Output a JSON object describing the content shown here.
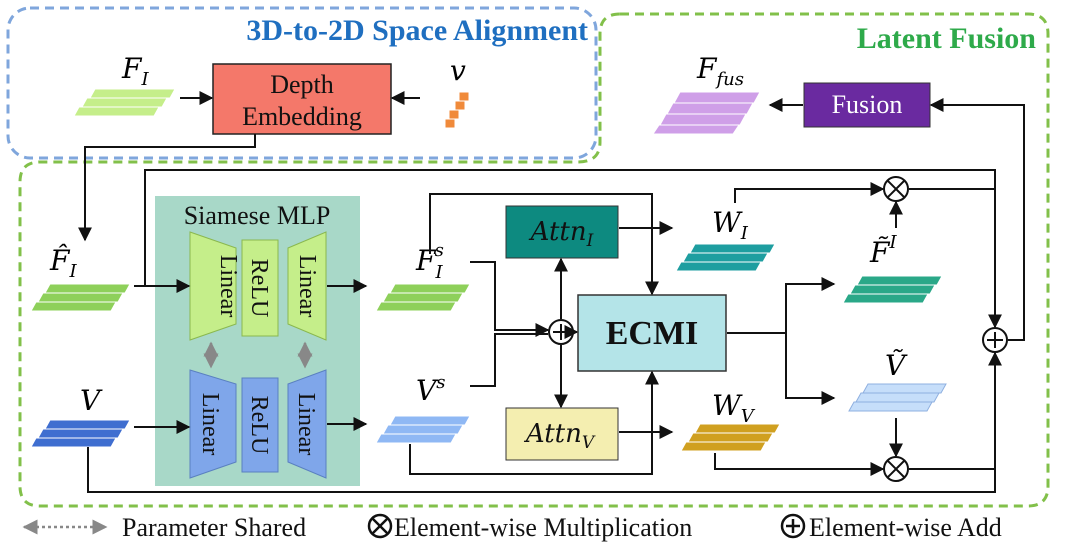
{
  "sections": {
    "alignment_title": "3D-to-2D Space Alignment",
    "fusion_title": "Latent Fusion"
  },
  "blocks": {
    "depth_embedding": [
      "Depth",
      "Embedding"
    ],
    "fusion": "Fusion",
    "siamese_mlp": "Siamese MLP",
    "linear": "Linear",
    "relu": "ReLU",
    "attn_i": {
      "base": "Attn",
      "sub": "I"
    },
    "attn_v": {
      "base": "Attn",
      "sub": "V"
    },
    "ecmi": "ECMI"
  },
  "symbols": {
    "f_i": {
      "base": "F",
      "sub": "I"
    },
    "v_small": "v",
    "f_fus": {
      "base": "F",
      "sub": "fus"
    },
    "f_i_hat": {
      "base": "F̂",
      "sub": "I"
    },
    "v_big": "V",
    "f_i_s": {
      "base": "F",
      "sub": "I",
      "sup": "s"
    },
    "v_s": {
      "base": "V",
      "sup": "s"
    },
    "w_i": {
      "base": "W",
      "sub": "I"
    },
    "w_v": {
      "base": "W",
      "sub": "V"
    },
    "f_tilde_i": {
      "base": "F̃",
      "sup": "I"
    },
    "v_tilde": "Ṽ"
  },
  "legend": {
    "shared": "Parameter Shared",
    "multiplication": "Element-wise Multiplication",
    "add": "Element-wise Add"
  },
  "colors": {
    "alignment_border": "#7fa6dc",
    "alignment_title": "#1f6fc0",
    "fusion_border": "#82c04a",
    "fusion_title": "#2eaa4a",
    "depth_fill": "#f4786a",
    "fusion_fill": "#6a2aa0",
    "attn_i_fill": "#0d8a80",
    "attn_v_fill": "#f4eeb0",
    "ecmi_fill": "#b4e4e8",
    "siamese_fill": "#a8d8c8"
  }
}
